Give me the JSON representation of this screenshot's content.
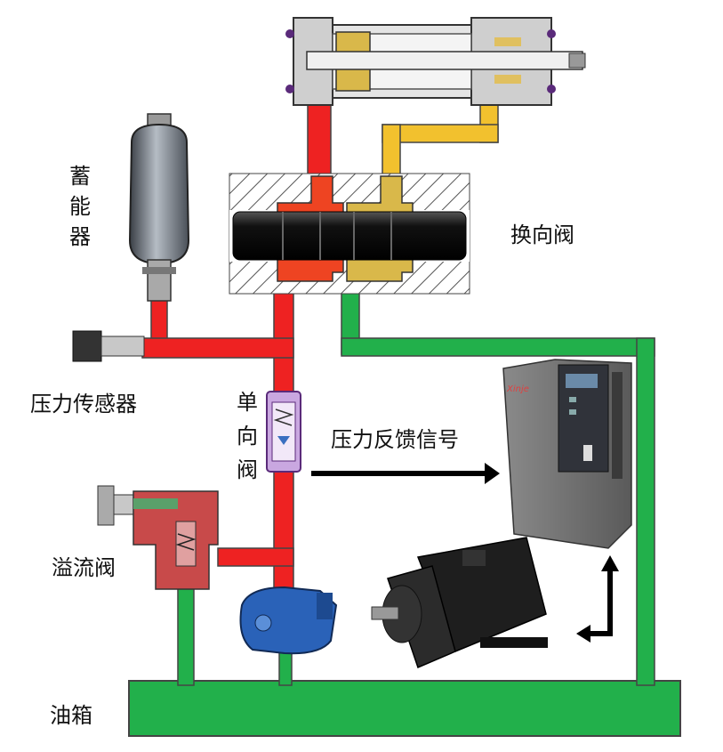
{
  "labels": {
    "accumulator": "蓄能器",
    "directional_valve": "换向阀",
    "pressure_sensor": "压力传感器",
    "check_valve": "单向阀",
    "pressure_feedback": "压力反馈信号",
    "relief_valve": "溢流阀",
    "oil_tank": "油箱",
    "drive_brand": "Xinje"
  },
  "colors": {
    "pressure_line": "#ee2222",
    "return_line": "#f2c12e",
    "tank_line": "#22b04b",
    "valve_spool": "#1a1a1a",
    "relief_body": "#c84a4a",
    "pump_body": "#2a62b8",
    "drive_body": "#6e6e6e",
    "motor_body": "#1e1e1e"
  }
}
